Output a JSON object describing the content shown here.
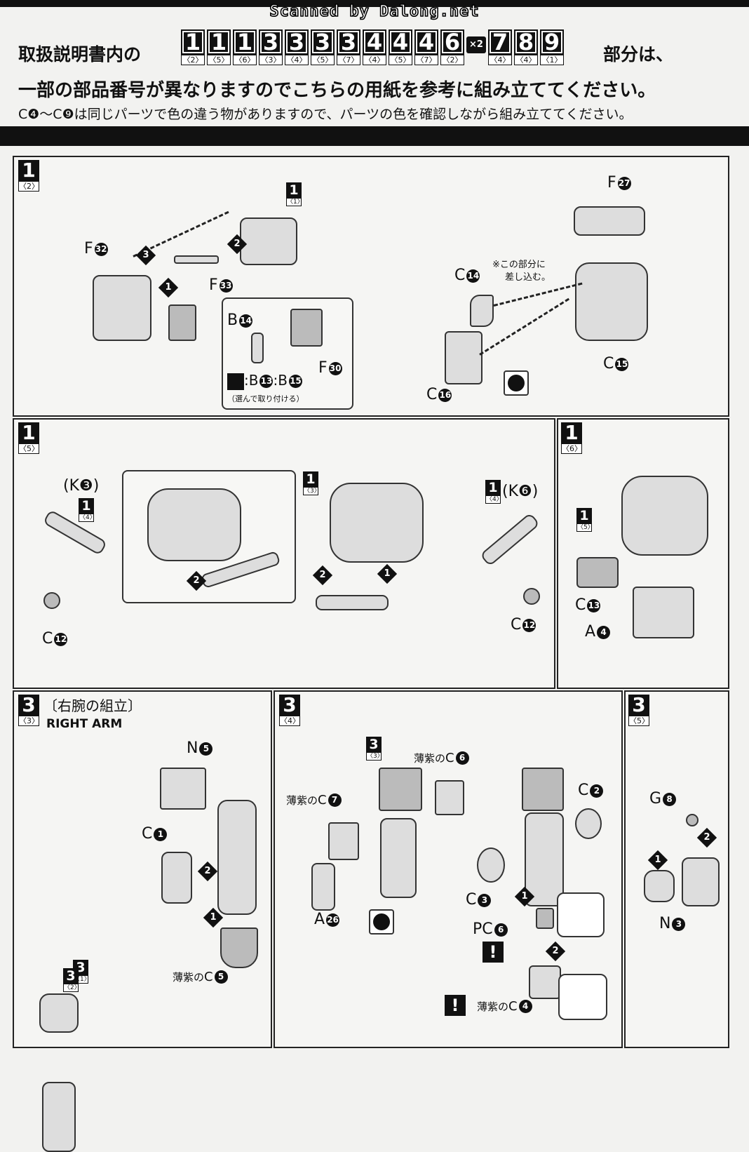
{
  "header": {
    "scanned": "Scanned by Dalong.net",
    "line1_prefix": "取扱説明書内の",
    "line1_suffix": "部分は、",
    "line2": "一部の部品番号が異なりますのでこちらの用紙を参考に組み立ててください。",
    "line3": "C❹〜C❾は同じパーツで色の違う物がありますので、パーツの色を確認しながら組み立ててください。",
    "refs": [
      {
        "n": "1",
        "s": "〈2〉"
      },
      {
        "n": "1",
        "s": "〈5〉"
      },
      {
        "n": "1",
        "s": "〈6〉"
      },
      {
        "n": "3",
        "s": "〈3〉"
      },
      {
        "n": "3",
        "s": "〈4〉"
      },
      {
        "n": "3",
        "s": "〈5〉"
      },
      {
        "n": "3",
        "s": "〈7〉"
      },
      {
        "n": "4",
        "s": "〈4〉"
      },
      {
        "n": "4",
        "s": "〈5〉"
      },
      {
        "n": "4",
        "s": "〈7〉"
      },
      {
        "n": "6",
        "s": "〈2〉"
      },
      {
        "n": "7",
        "s": "〈4〉"
      },
      {
        "n": "8",
        "s": "〈4〉"
      },
      {
        "n": "9",
        "s": "〈1〉"
      }
    ],
    "times_two": "×2"
  },
  "panel_1_2": {
    "step": "1",
    "sub": "〈2〉",
    "ref_step": "1",
    "ref_sub": "〈1〉",
    "labels": {
      "f32": "F",
      "f32n": "32",
      "f33": "F",
      "f33n": "33",
      "b14": "B",
      "b14n": "14",
      "f30": "F",
      "f30n": "30",
      "choose": ":B",
      "c13": "13",
      ":b": ":B",
      "c15x": "15",
      "choose_note": "（選んで取り付ける）",
      "f27": "F",
      "f27n": "27",
      "c14": "C",
      "c14n": "14",
      "c15": "C",
      "c15n": "15",
      "c16": "C",
      "c16n": "16"
    },
    "insert_note_1": "※この部分に",
    "insert_note_2": "差し込む。",
    "arrows": [
      "1",
      "2",
      "3"
    ]
  },
  "panel_1_5": {
    "step": "1",
    "sub": "〈5〉",
    "k3": "(K❸)",
    "k6": "(K❻)",
    "ref_left": {
      "n": "1",
      "s": "〈4〉"
    },
    "ref_mid": {
      "n": "1",
      "s": "〈3〉"
    },
    "ref_right": {
      "n": "1",
      "s": "〈4〉"
    },
    "c12": "C",
    "c12n": "12"
  },
  "panel_1_6": {
    "step": "1",
    "sub": "〈6〉",
    "ref": {
      "n": "1",
      "s": "〈5〉"
    },
    "c13": "C",
    "c13n": "13",
    "a4": "A",
    "a4n": "4"
  },
  "panel_3_3": {
    "step": "3",
    "sub": "〈3〉",
    "title_jp": "〔右腕の組立〕",
    "title_en": "RIGHT ARM",
    "ref_top": {
      "n": "3",
      "s": "〈1〉"
    },
    "ref_bottom": {
      "n": "3",
      "s": "〈2〉"
    },
    "n5": "N",
    "n5n": "5",
    "c1": "C",
    "c1n": "1",
    "c5_prefix": "薄紫の",
    "c5": "C",
    "c5n": "5"
  },
  "panel_3_4": {
    "step": "3",
    "sub": "〈4〉",
    "ref_top": {
      "n": "3",
      "s": "〈3〉"
    },
    "c6_prefix": "薄紫の",
    "c6": "C",
    "c6n": "6",
    "c7_prefix": "薄紫の",
    "c7": "C",
    "c7n": "7",
    "a26": "A",
    "a26n": "26",
    "c2": "C",
    "c2n": "2",
    "c3": "C",
    "c3n": "3",
    "pc6": "PC",
    "pc6n": "6",
    "c4_prefix": "薄紫の",
    "c4": "C",
    "c4n": "4"
  },
  "panel_3_5": {
    "step": "3",
    "sub": "〈5〉",
    "g8": "G",
    "g8n": "8",
    "n3": "N",
    "n3n": "3"
  }
}
